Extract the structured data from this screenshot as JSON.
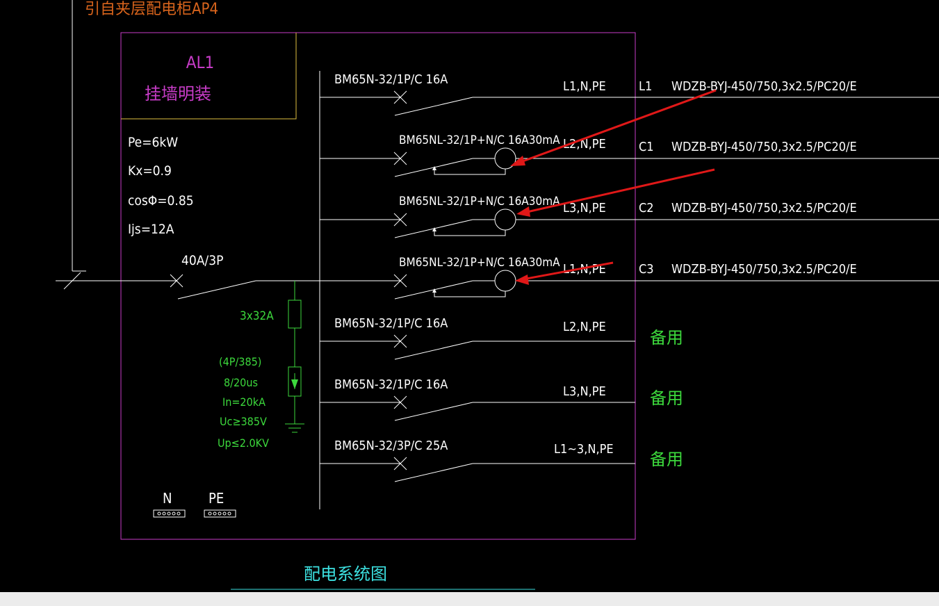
{
  "colors": {
    "background": "#000000",
    "wire": "#ffffff",
    "box_border": "#c83cc8",
    "header_border": "#e0c040",
    "orange_text": "#d8641c",
    "magenta_text": "#c83cc8",
    "green": "#3cd83c",
    "cyan": "#3ce0e0",
    "arrow": "#e01818",
    "bottom_strip": "#ececec"
  },
  "diagram": {
    "source_label": "引自夹层配电柜AP4",
    "panel_name": "AL1",
    "panel_mount": "挂墙明装",
    "params": [
      "Pe=6kW",
      "Kx=0.9",
      "cosΦ=0.85",
      "Ijs=12A"
    ],
    "main_breaker": "40A/3P",
    "spd_fuse": "3x32A",
    "spd_specs": [
      "(4P/385)",
      "8/20us",
      "In=20kA",
      "Uc≥385V",
      "Up≤2.0KV"
    ],
    "bus_n": "N",
    "bus_pe": "PE",
    "title": "配电系统图",
    "circuits": [
      {
        "breaker": "BM65N-32/1P/C 16A",
        "phase": "L1,N,PE",
        "id": "L1",
        "cable": "WDZB-BYJ-450/750,3x2.5/PC20/E"
      },
      {
        "breaker": "BM65NL-32/1P+N/C 16A30mA",
        "phase": "L2,N,PE",
        "id": "C1",
        "cable": "WDZB-BYJ-450/750,3x2.5/PC20/E"
      },
      {
        "breaker": "BM65NL-32/1P+N/C 16A30mA",
        "phase": "L3,N,PE",
        "id": "C2",
        "cable": "WDZB-BYJ-450/750,3x2.5/PC20/E"
      },
      {
        "breaker": "BM65NL-32/1P+N/C 16A30mA",
        "phase": "L1,N,PE",
        "id": "C3",
        "cable": "WDZB-BYJ-450/750,3x2.5/PC20/E"
      },
      {
        "breaker": "BM65N-32/1P/C 16A",
        "phase": "L2,N,PE",
        "spare": "备用"
      },
      {
        "breaker": "BM65N-32/1P/C 16A",
        "phase": "L3,N,PE",
        "spare": "备用"
      },
      {
        "breaker": "BM65N-32/3P/C 25A",
        "phase": "L1~3,N,PE",
        "spare": "备用"
      }
    ]
  }
}
